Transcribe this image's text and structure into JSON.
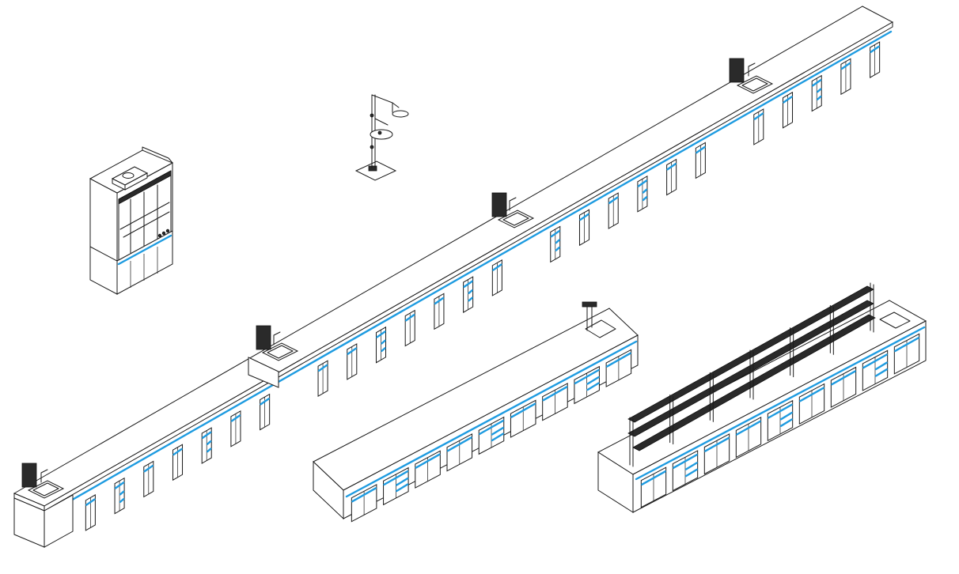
{
  "drawing": {
    "background": "#ffffff",
    "line_color": "#1a1a1a",
    "accent_color": "#1e9be0"
  },
  "objects": [
    {
      "id": "fume-hood",
      "kind": "fume-hood"
    },
    {
      "id": "eyewash-station",
      "kind": "emergency-shower-eyewash"
    },
    {
      "id": "wall-bench-long",
      "kind": "wall-bench",
      "sinks": 4
    },
    {
      "id": "island-bench-plain",
      "kind": "central-bench",
      "sinks": 1
    },
    {
      "id": "island-bench-shelf",
      "kind": "central-bench-with-reagent-shelf",
      "sinks": 1
    }
  ]
}
